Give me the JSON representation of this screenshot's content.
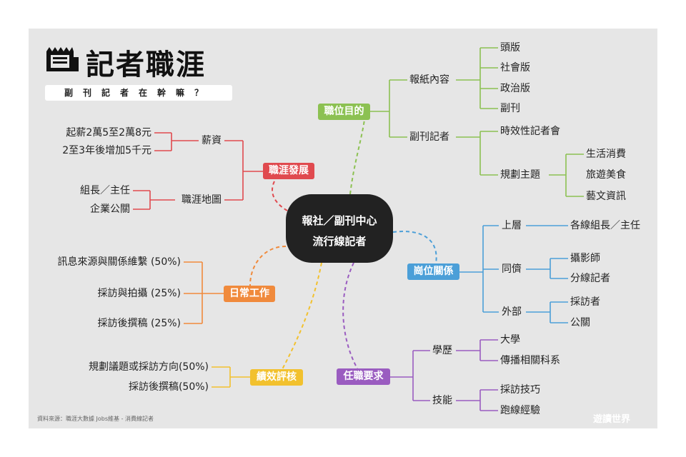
{
  "header": {
    "title": "記者職涯",
    "subtitle": "副刊記者在幹嘛？"
  },
  "center": {
    "line1": "報社／副刊中心",
    "line2": "流行線記者"
  },
  "colors": {
    "green": "#8cc152",
    "red": "#e04a4f",
    "orange": "#f08a3c",
    "yellow": "#f2c12e",
    "purple": "#9a5cc0",
    "blue": "#4b9fd8"
  },
  "position": {
    "label": "職位目的",
    "newspaper": "報紙內容",
    "newspaper_items": [
      "頭版",
      "社會版",
      "政治版",
      "副刊"
    ],
    "reporter": "副刊記者",
    "press": "時效性記者會",
    "planning": "規劃主題",
    "planning_items": [
      "生活消費",
      "旅遊美食",
      "藝文資訊"
    ]
  },
  "career": {
    "label": "職涯發展",
    "salary": "薪資",
    "salary_items": [
      "起薪2萬5至2萬8元",
      "2至3年後增加5千元"
    ],
    "map": "職涯地圖",
    "map_items": [
      "組長／主任",
      "企業公關"
    ]
  },
  "daily": {
    "label": "日常工作",
    "items": [
      "訊息來源與關係維繫 (50%)",
      "採訪與拍攝 (25%)",
      "採訪後撰稿 (25%)"
    ]
  },
  "performance": {
    "label": "績效評核",
    "items": [
      "規劃議題或採訪方向(50%)",
      "採訪後撰稿(50%)"
    ]
  },
  "requirements": {
    "label": "任職要求",
    "education": "學歷",
    "education_items": [
      "大學",
      "傳播相關科系"
    ],
    "skills": "技能",
    "skills_items": [
      "採訪技巧",
      "跑線經驗"
    ]
  },
  "relations": {
    "label": "崗位關係",
    "upper": "上層",
    "upper_item": "各線組長／主任",
    "peers": "同儕",
    "peers_items": [
      "攝影師",
      "分線記者"
    ],
    "external": "外部",
    "external_items": [
      "採訪者",
      "公關"
    ]
  },
  "footer": {
    "source": "資料來源：職涯大數據 Jobs維基 - 消費線記者",
    "logo": "遊讀世界"
  }
}
